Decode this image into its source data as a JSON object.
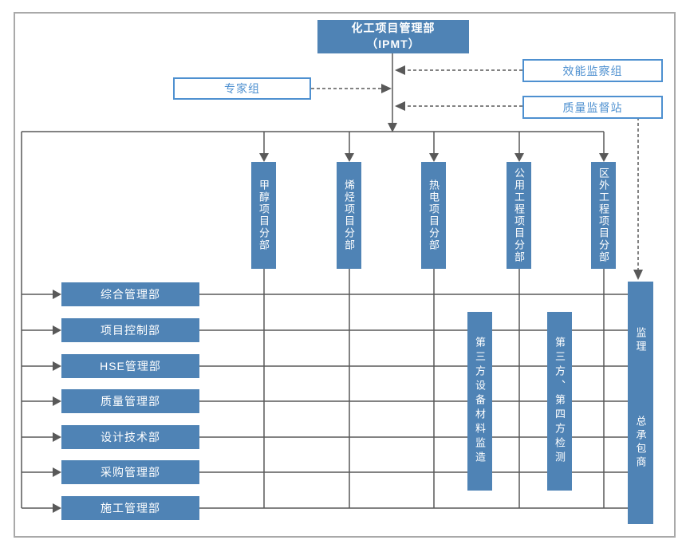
{
  "diagram": {
    "header": {
      "title_line1": "化工项目管理部",
      "title_line2": "（IPMT）"
    },
    "advisory": {
      "expert_group": "专家组",
      "efficiency_group": "效能监察组",
      "quality_station": "质量监督站"
    },
    "divisions": [
      "甲醇项目分部",
      "烯烃项目分部",
      "热电项目分部",
      "公用工程项目分部",
      "区外工程项目分部"
    ],
    "departments": [
      "综合管理部",
      "项目控制部",
      "HSE管理部",
      "质量管理部",
      "设计技术部",
      "采购管理部",
      "施工管理部"
    ],
    "third_party": {
      "equipment_supervision": "第三方设备材料监造",
      "inspection": "第三方、第四方检测"
    },
    "right_column": {
      "supervision": "监理",
      "contractor": "总承包商"
    },
    "colors": {
      "box_fill": "#4f83b5",
      "box_text": "#ffffff",
      "outline_blue": "#4e90d0",
      "line_gray": "#595959",
      "frame_gray": "#a9a9a9"
    }
  }
}
